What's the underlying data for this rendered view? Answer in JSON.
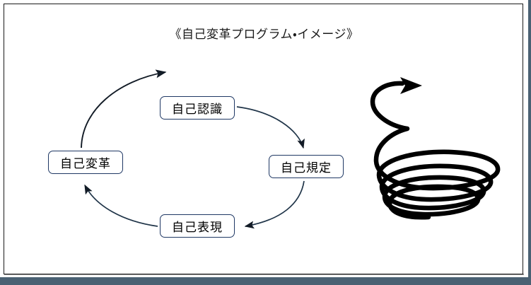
{
  "slide": {
    "title": "《自己変革プログラム・イメージ》",
    "background_color": "#ffffff",
    "frame_border_color": "#1a1a1a",
    "accent_bar_color": "#4a6173"
  },
  "diagram": {
    "type": "cycle",
    "direction": "clockwise",
    "node_border_color": "#1f3864",
    "arrow_color": "#1f3448",
    "nodes": [
      {
        "id": "ninshiki",
        "label": "自己認識",
        "position": "top"
      },
      {
        "id": "kitei",
        "label": "自己規定",
        "position": "right"
      },
      {
        "id": "hyogen",
        "label": "自己表現",
        "position": "bottom"
      },
      {
        "id": "henkaku",
        "label": "自己変革",
        "position": "left"
      }
    ],
    "arrows": [
      {
        "from": "henkaku",
        "to": "ninshiki"
      },
      {
        "from": "ninshiki",
        "to": "kitei"
      },
      {
        "from": "kitei",
        "to": "hyogen"
      },
      {
        "from": "hyogen",
        "to": "henkaku"
      }
    ]
  },
  "spiral": {
    "name": "upward-spiral",
    "color": "#000000",
    "direction": "upward",
    "coils": 4,
    "arrow_at": "top"
  }
}
